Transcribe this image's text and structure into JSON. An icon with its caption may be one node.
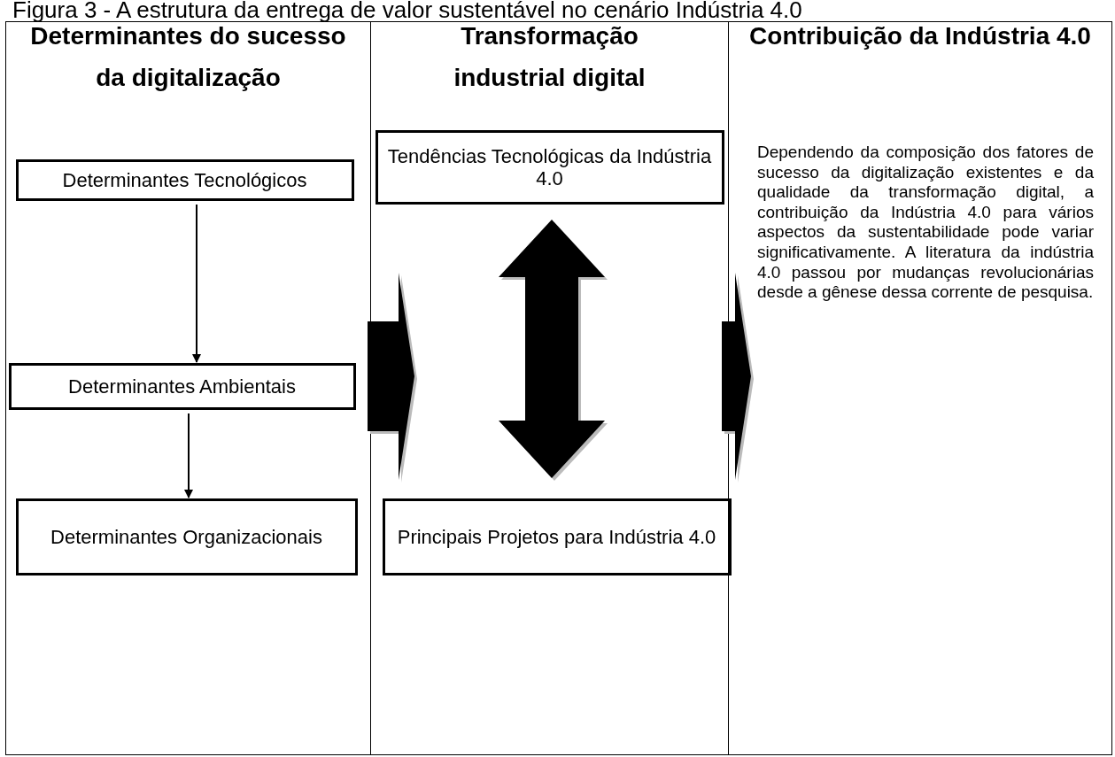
{
  "diagram": {
    "title": "Figura 3 - A estrutura da entrega de valor sustentável no cenário Indústria 4.0",
    "nodes": [
      {
        "text": [
          "Determinantes do sucesso da digitalização"
        ]
      },
      {
        "text": [
          "Determinantes Tecnológicos"
        ],
        "in": 0
      },
      {
        "text": [
          "Determinantes Ambientais"
        ],
        "in": 0
      },
      {
        "text": [
          "Determinantes Organizacionais"
        ],
        "in": 0
      },
      {
        "text": [
          "Transformação industrial digital"
        ]
      },
      {
        "text": [
          "Tendências Tecnológicas da Indústria 4.0"
        ],
        "in": 4
      },
      {
        "text": [
          "Principais Projetos para Indústria 4.0"
        ],
        "in": 4
      },
      {
        "text": [
          "Contribuição da Indústria 4.0",
          "Dependendo da composição dos fatores de sucesso da digitalização existentes e da qualidade da transformação digital, a contribuição da Indústria 4.0 para vários aspectos da sustentabilidade pode variar significativamente. A literatura da indústria 4.0 passou por mudanças revolucionárias desde a gênese dessa corrente de pesquisa."
        ]
      }
    ],
    "edges": [
      {
        "from": 1,
        "to": 2,
        "arrow": "to"
      },
      {
        "from": 2,
        "to": 3,
        "arrow": "to"
      },
      {
        "from": 0,
        "to": 4,
        "arrow": "to",
        "style": "thick"
      },
      {
        "from": 4,
        "to": 7,
        "arrow": "to",
        "style": "thick"
      },
      {
        "from": 5,
        "to": 6,
        "arrow": "both",
        "style": "thick"
      }
    ]
  }
}
